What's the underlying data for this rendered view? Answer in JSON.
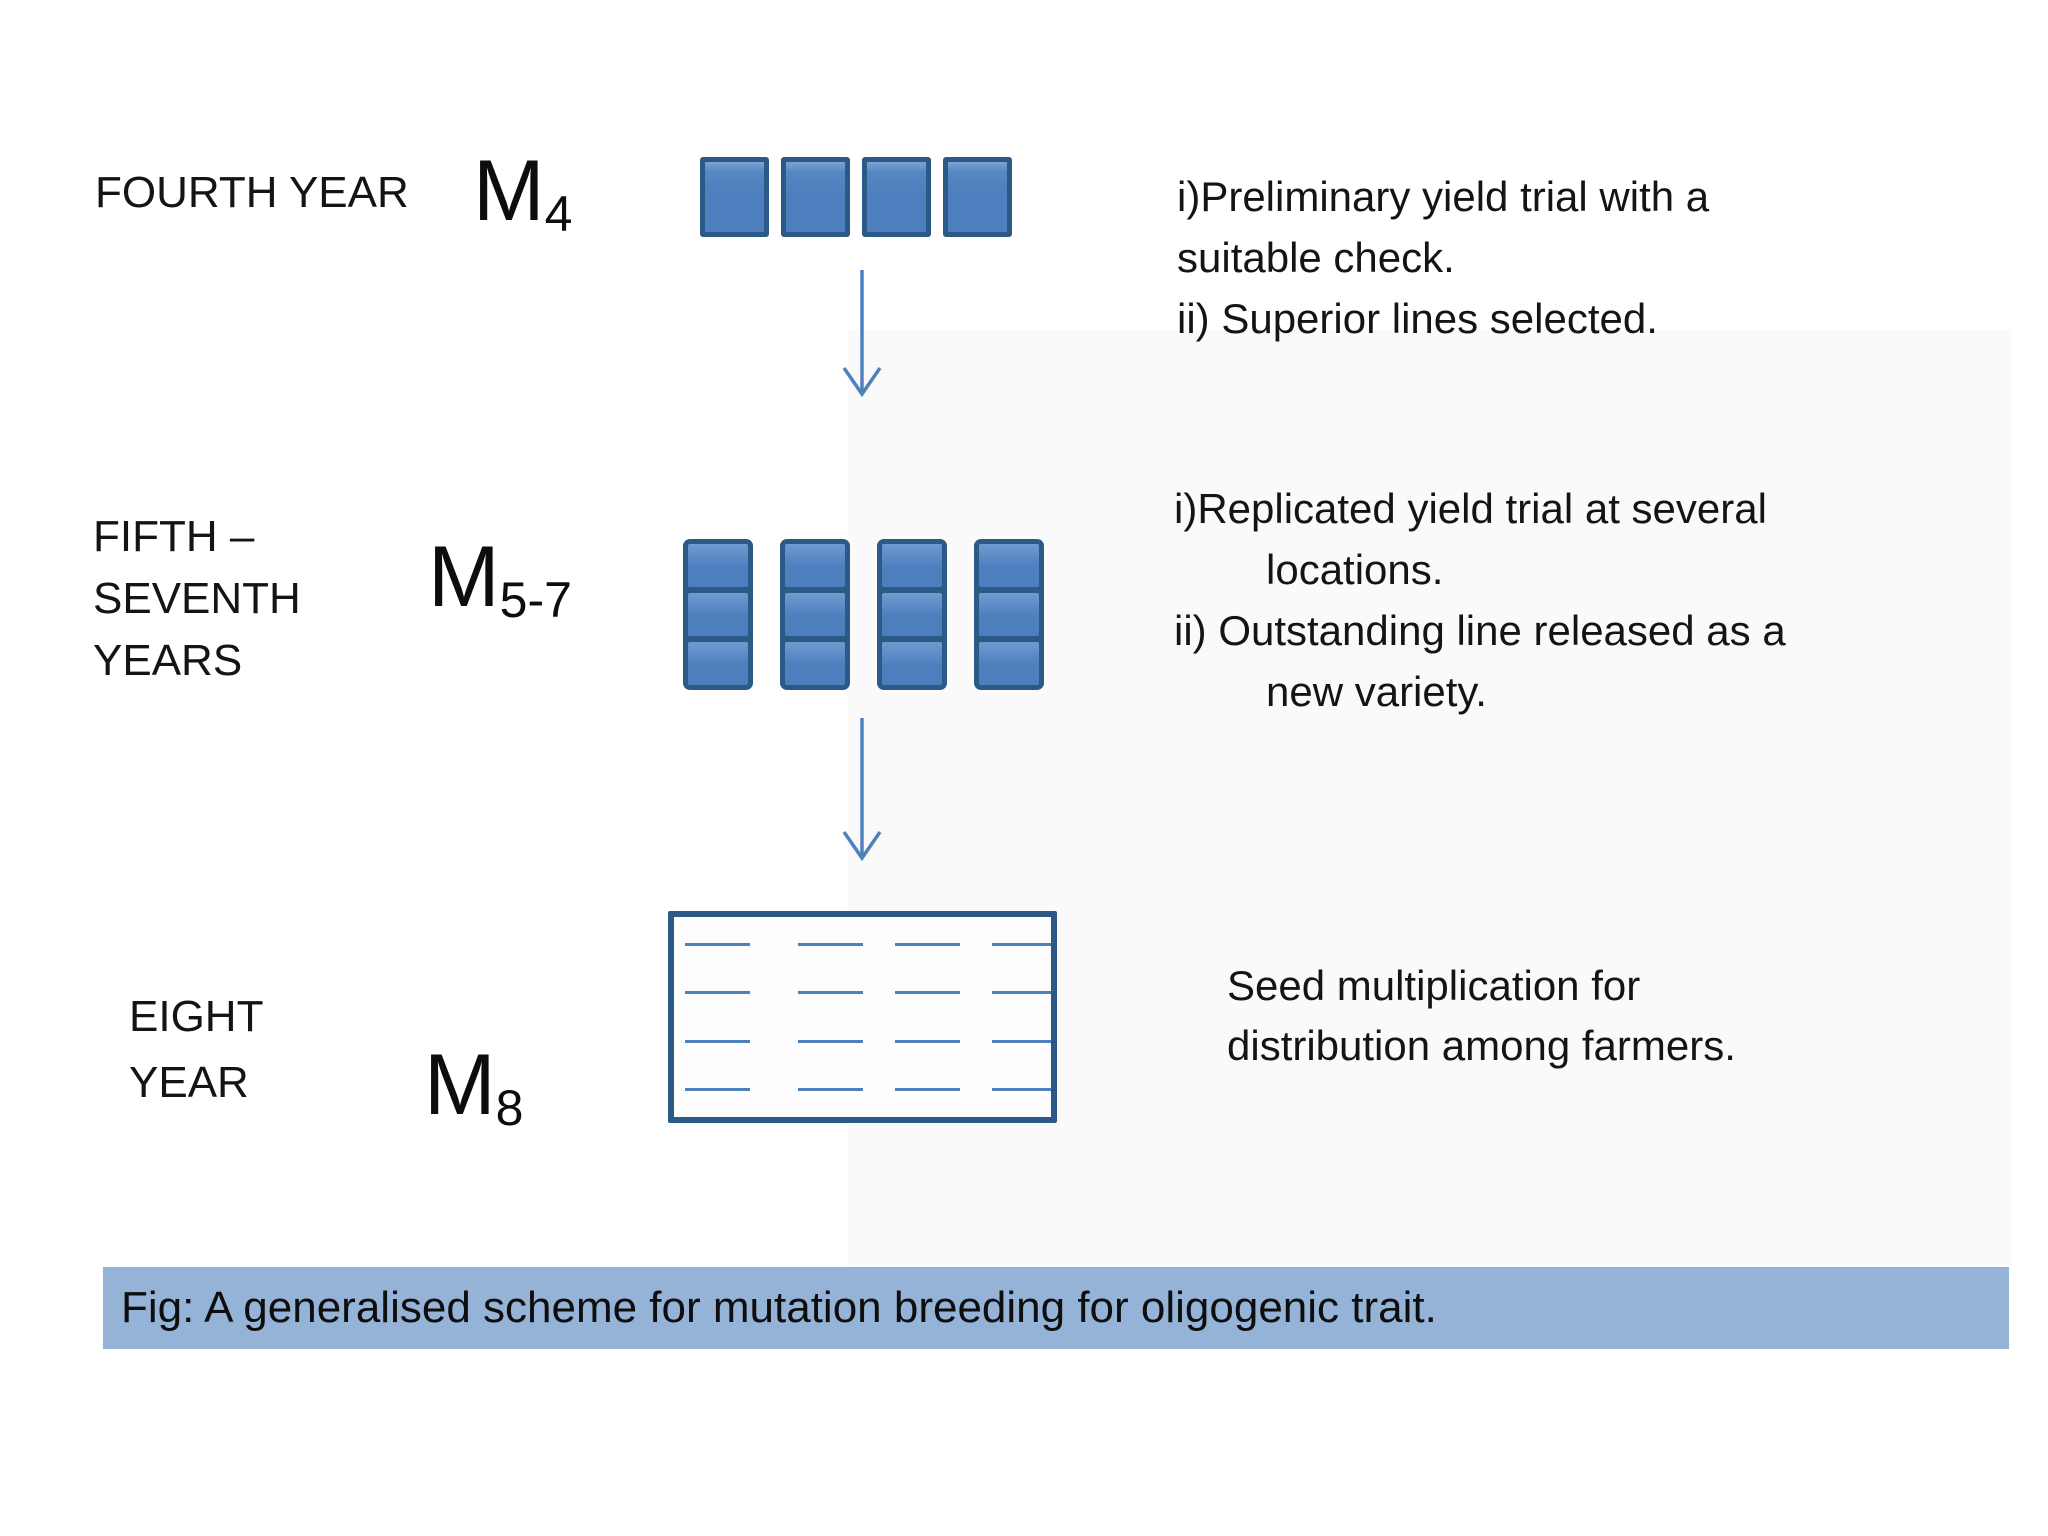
{
  "caption": "Fig: A generalised scheme for mutation breeding for oligogenic trait.",
  "stages": [
    {
      "year_lines": [
        "FOURTH YEAR"
      ],
      "gen_base": "M",
      "gen_sub": "4",
      "note_lines": [
        "i)Preliminary yield trial with a",
        "suitable check.",
        "ii) Superior lines selected."
      ]
    },
    {
      "year_lines": [
        "FIFTH –",
        "SEVENTH",
        "YEARS"
      ],
      "gen_base": "M",
      "gen_sub": "5-7",
      "note_lines": [
        "i)Replicated yield trial at several",
        "locations.",
        "ii) Outstanding line released as a",
        "new variety."
      ]
    },
    {
      "year_lines": [
        "EIGHT",
        "YEAR"
      ],
      "gen_base": "M",
      "gen_sub": "8",
      "note_lines": [
        "Seed multiplication for",
        "distribution among farmers."
      ]
    }
  ],
  "colors": {
    "plot_fill": "#4d7ebd",
    "plot_border": "#2d5986",
    "arrow": "#4f81bd",
    "caption_bg": "#95b3d7"
  }
}
